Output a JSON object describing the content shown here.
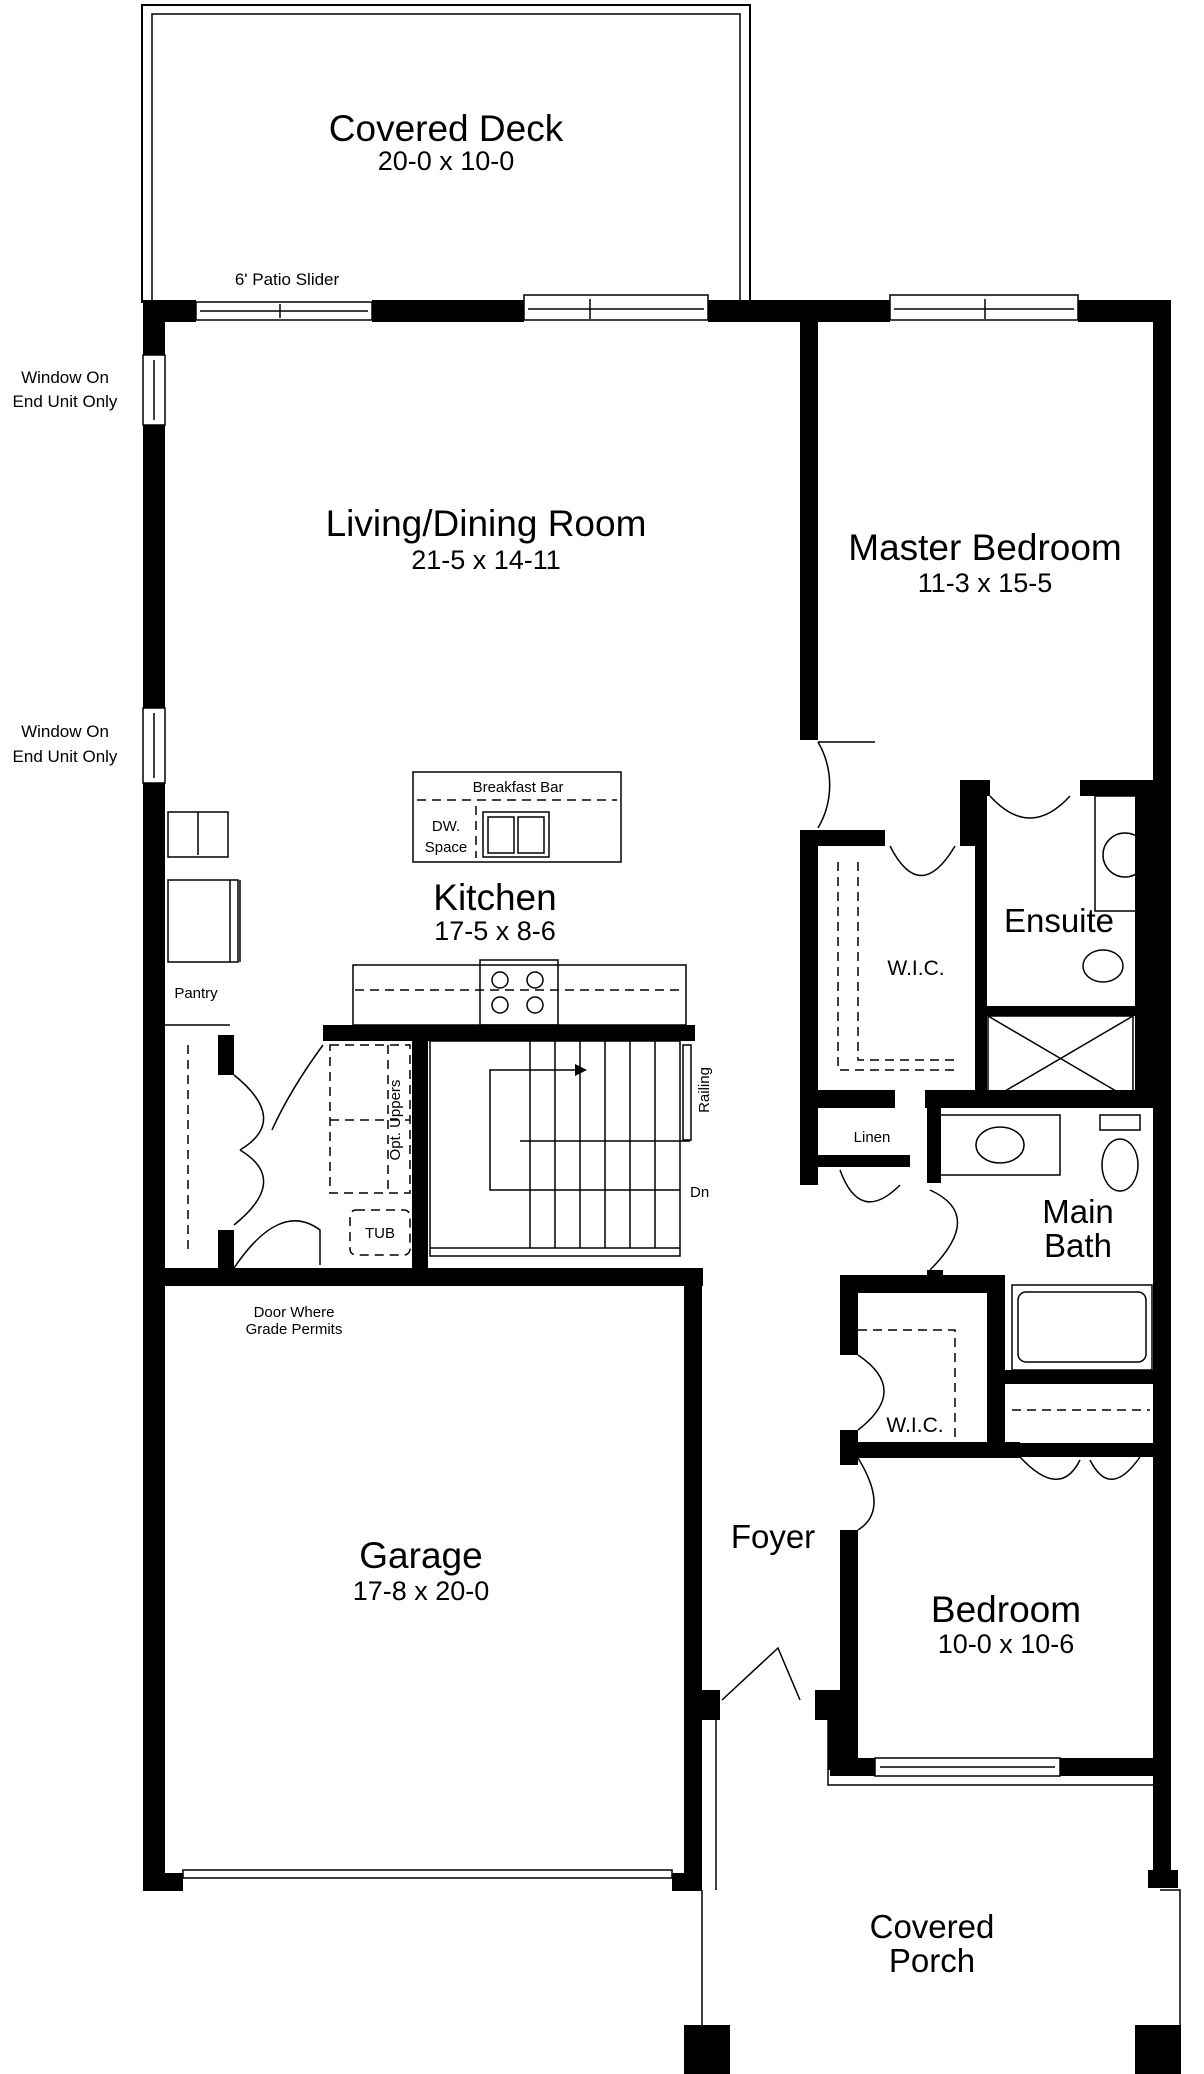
{
  "floor_plan": {
    "rooms": [
      {
        "name": "Covered Deck",
        "dims": "20-0 x 10-0"
      },
      {
        "name": "Living/Dining Room",
        "dims": "21-5 x 14-11"
      },
      {
        "name": "Master Bedroom",
        "dims": "11-3 x 15-5"
      },
      {
        "name": "Kitchen",
        "dims": "17-5 x 8-6"
      },
      {
        "name": "Garage",
        "dims": "17-8 x 20-0"
      },
      {
        "name": "Bedroom",
        "dims": "10-0 x 10-6"
      }
    ],
    "labels": {
      "ensuite": "Ensuite",
      "wic_master": "W.I.C.",
      "wic_bedroom": "W.I.C.",
      "main_bath_line1": "Main",
      "main_bath_line2": "Bath",
      "foyer": "Foyer",
      "porch_line1": "Covered",
      "porch_line2": "Porch",
      "pantry": "Pantry",
      "linen": "Linen",
      "breakfast_bar": "Breakfast Bar",
      "dw_line1": "DW.",
      "dw_line2": "Space",
      "patio_slider": "6' Patio Slider",
      "window_note_1_line1": "Window On",
      "window_note_1_line2": "End Unit Only",
      "window_note_2_line1": "Window On",
      "window_note_2_line2": "End Unit Only",
      "door_note_line1": "Door Where",
      "door_note_line2": "Grade Permits",
      "railing": "Railing",
      "down": "Dn",
      "opt_uppers": "Opt. Uppers",
      "tub": "TUB"
    }
  }
}
